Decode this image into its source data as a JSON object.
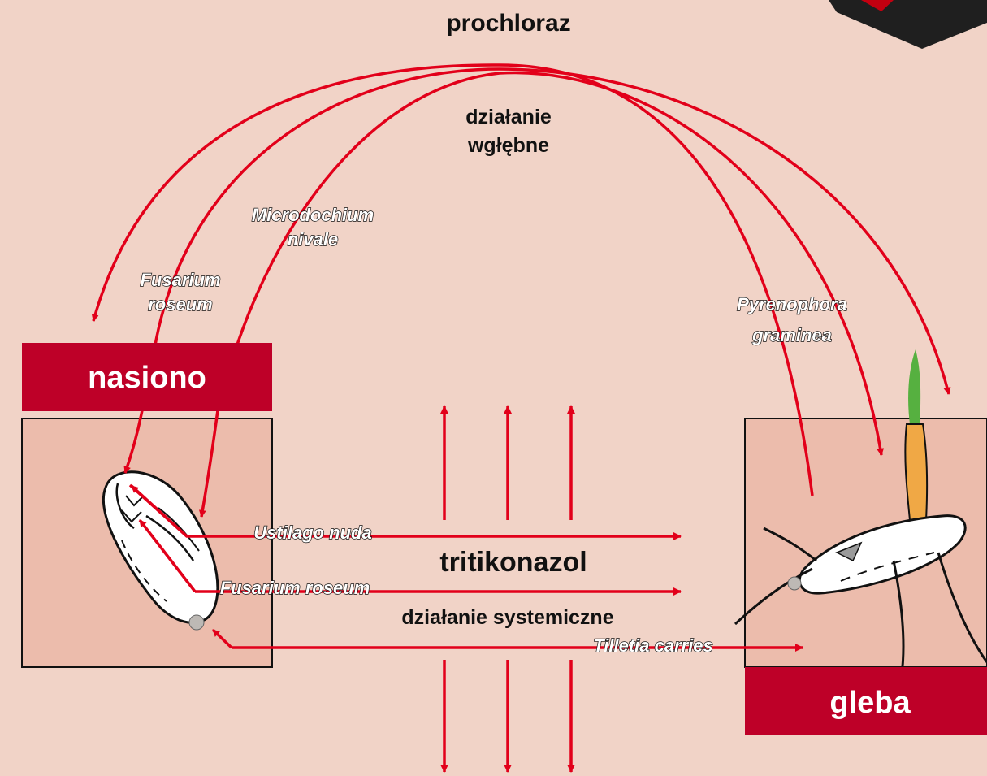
{
  "title": "prochloraz",
  "labels": {
    "depth_action": [
      "działanie",
      "wgłębne"
    ],
    "tritikonazol": "tritikonazol",
    "systemic_action": "działanie systemiczne",
    "nasiono": "nasiono",
    "gleba": "gleba"
  },
  "species": {
    "microdochium": [
      "Microdochium",
      "nivale"
    ],
    "fusarium_top": [
      "Fusarium",
      "roseum"
    ],
    "pyrenophora": [
      "Pyrenophora",
      "graminea"
    ],
    "ustilago": "Ustilago nuda",
    "fusarium_mid": "Fusarium roseum",
    "tilletia": "Tilletia carries"
  },
  "colors": {
    "background": "#f1d3c7",
    "box_fill": "#ecbcac",
    "label_red": "#be0028",
    "arrow_red": "#e2001a"
  }
}
